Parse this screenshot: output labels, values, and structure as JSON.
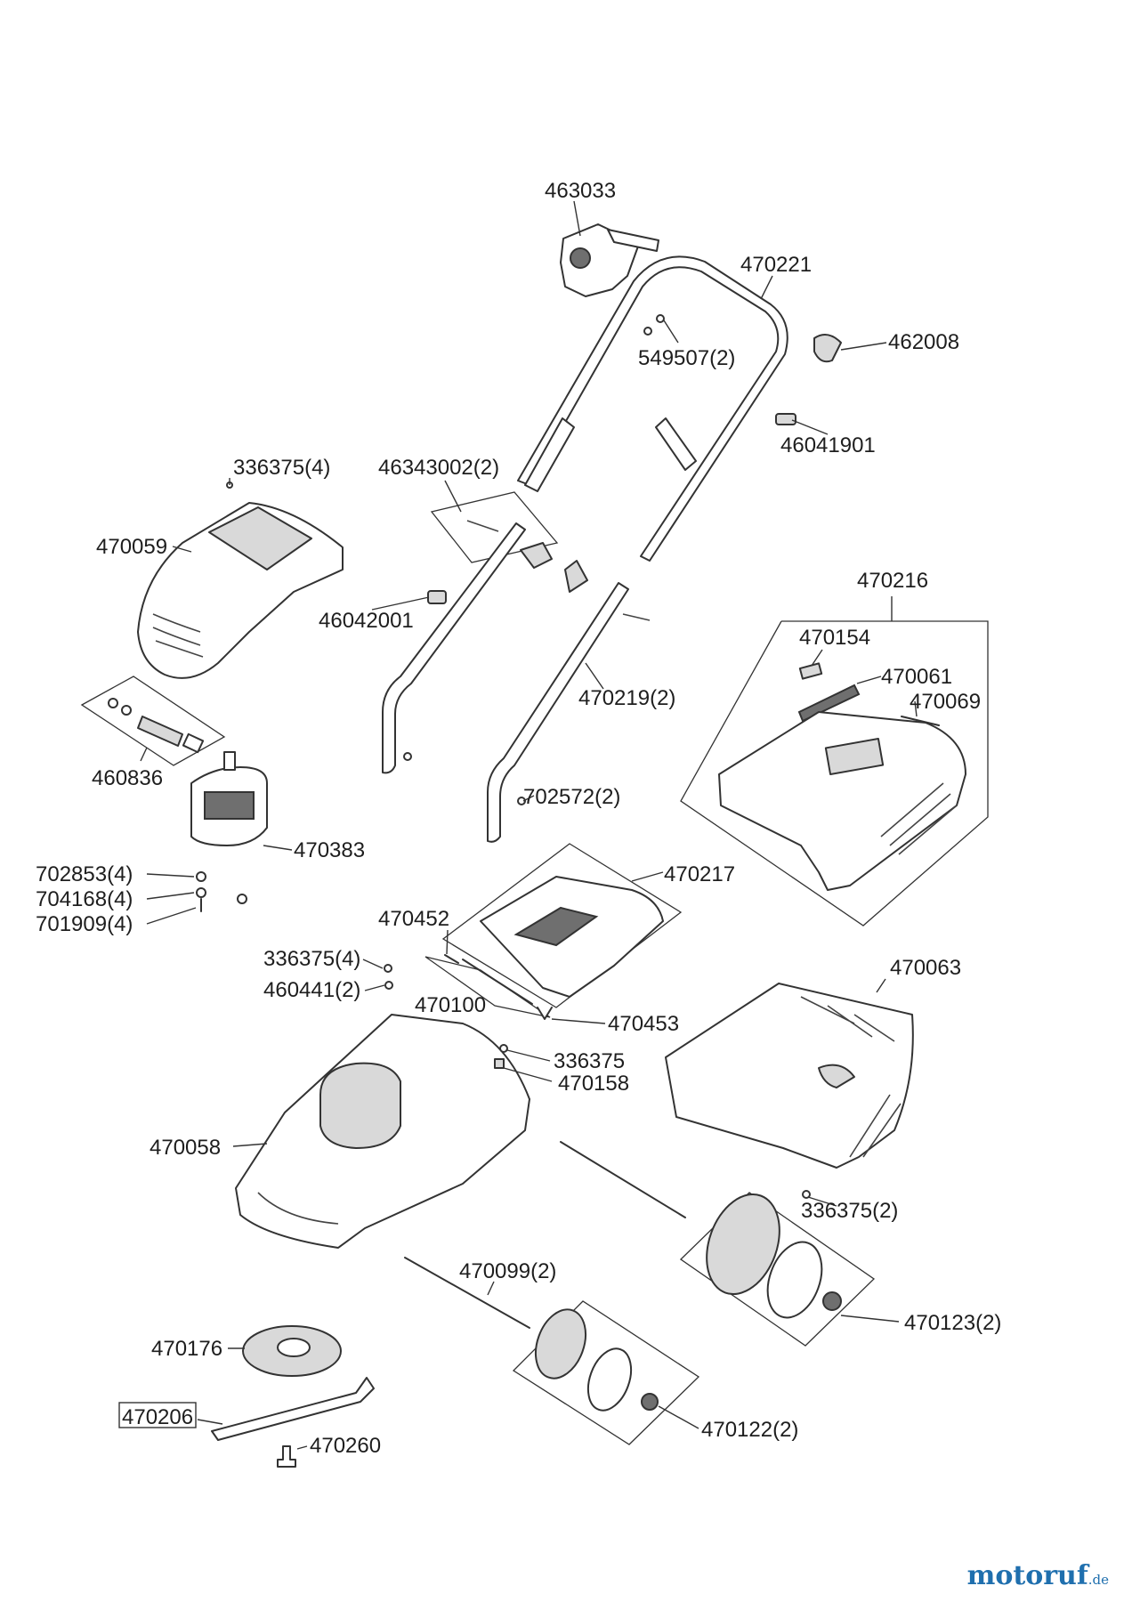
{
  "labels": [
    "463033",
    "470221",
    "462008",
    "549507(2)",
    "46041901",
    "336375(4)",
    "46343002(2)",
    "470059",
    "46042001",
    "470216",
    "470154",
    "470061",
    "470069",
    "470219(2)",
    "460836",
    "702572(2)",
    "470383",
    "702853(4)",
    "704168(4)",
    "701909(4)",
    "470217",
    "470452",
    "336375(4)",
    "460441(2)",
    "470100",
    "470453",
    "470063",
    "336375",
    "470158",
    "470058",
    "336375(2)",
    "470099(2)",
    "470123(2)",
    "470176",
    "470206",
    "470260",
    "470122(2)"
  ],
  "watermark": {
    "name": "motoruf",
    "tld": ".de",
    "color": "#1f6fae"
  }
}
